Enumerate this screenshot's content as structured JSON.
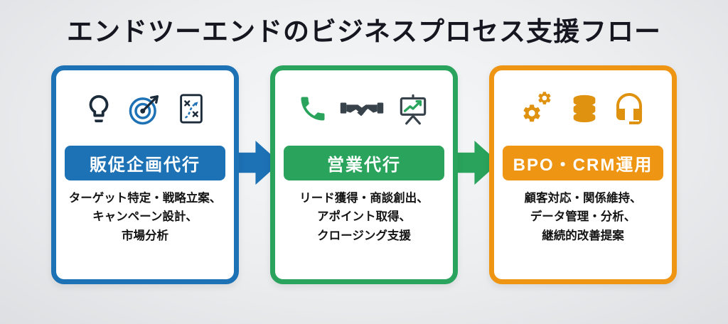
{
  "title": "エンドツーエンドのビジネスプロセス支援フロー",
  "colors": {
    "blue": "#1d71b5",
    "green": "#2aa35c",
    "orange": "#ee9513",
    "icon_dark": "#1c2b3a",
    "text": "#141414",
    "background": "#ebedef"
  },
  "cards": [
    {
      "id": "promotion-planning",
      "accent": "#1d71b5",
      "label": "販促企画代行",
      "icons": [
        "lightbulb-icon",
        "target-icon",
        "strategy-doc-icon"
      ],
      "lines": [
        "ターゲット特定・戦略立案、",
        "キャンペーン設計、",
        "市場分析"
      ]
    },
    {
      "id": "sales-agency",
      "accent": "#2aa35c",
      "label": "営業代行",
      "icons": [
        "phone-icon",
        "handshake-icon",
        "presentation-chart-icon"
      ],
      "lines": [
        "リード獲得・商談創出、",
        "アポイント取得、",
        "クロージング支援"
      ]
    },
    {
      "id": "bpo-crm-operation",
      "accent": "#ee9513",
      "label": "BPO・CRM運用",
      "icons": [
        "gears-icon",
        "database-icon",
        "headset-icon"
      ],
      "lines": [
        "顧客対応・関係維持、",
        "データ管理・分析、",
        "継続的改善提案"
      ]
    }
  ],
  "arrows": [
    {
      "id": "arrow-1",
      "color": "#1d71b5"
    },
    {
      "id": "arrow-2",
      "color": "#2aa35c"
    }
  ]
}
